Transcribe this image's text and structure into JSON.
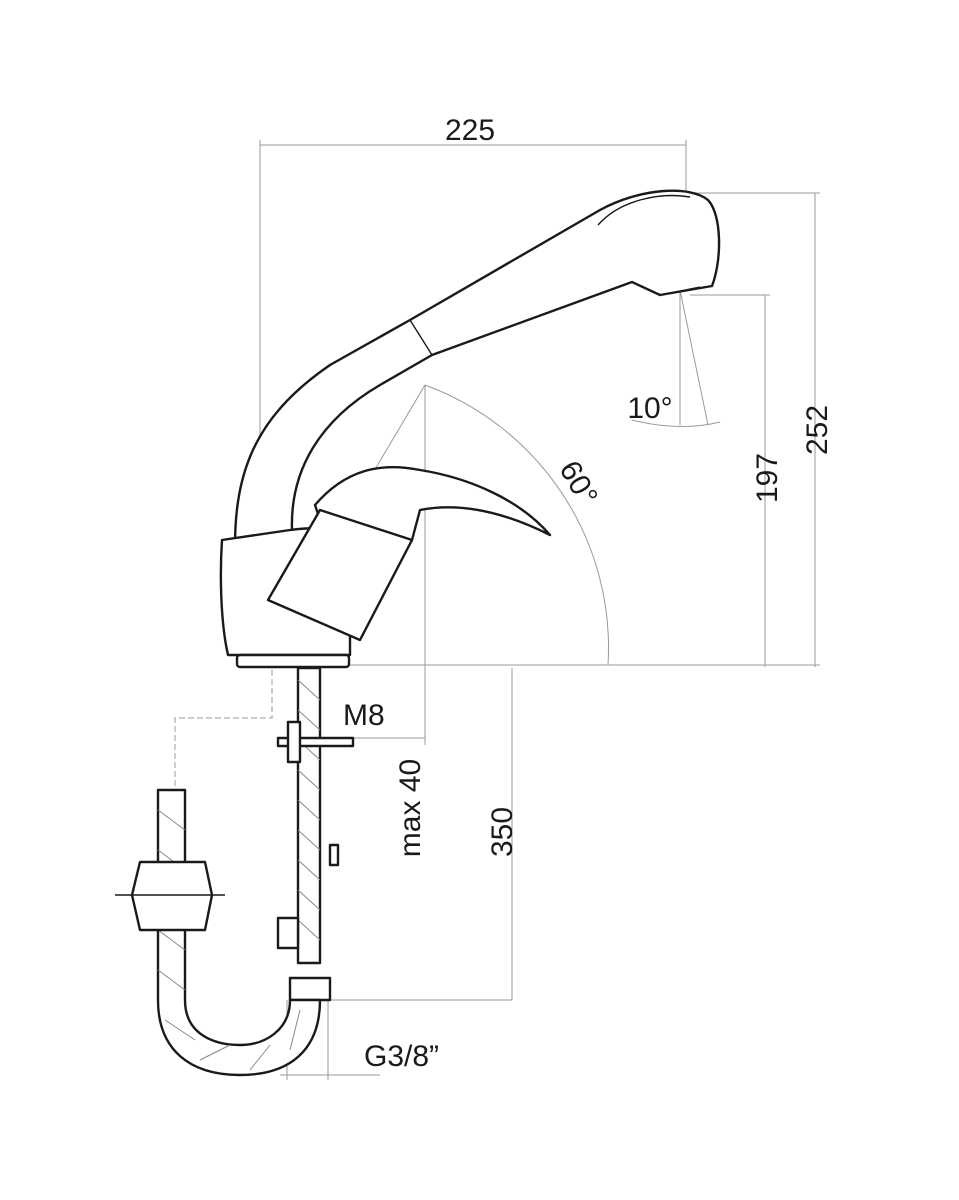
{
  "drawing": {
    "labels": {
      "width": "225",
      "total_height": "252",
      "spout_height": "197",
      "spray_angle": "10°",
      "lever_angle": "60°",
      "thread": "M8",
      "max_thickness": "max 40",
      "hose_length": "350",
      "connection": "G3/8”"
    }
  }
}
